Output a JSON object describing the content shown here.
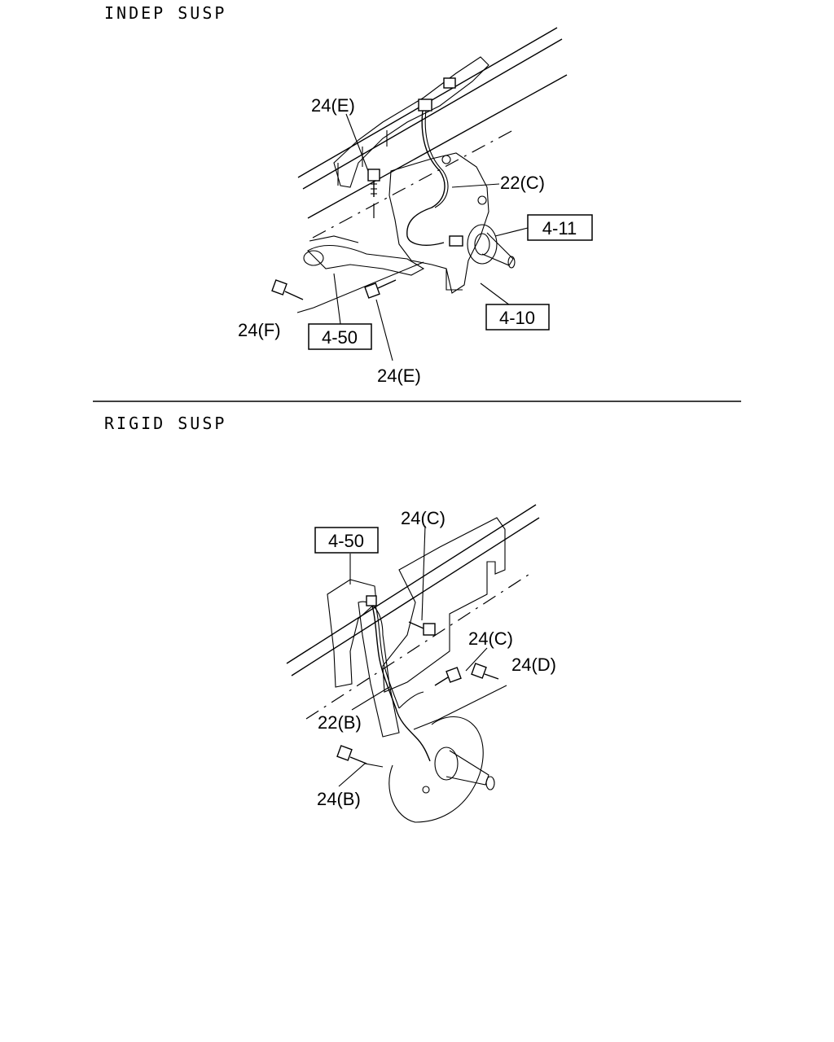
{
  "sections": {
    "indep": {
      "heading": "INDEP SUSP",
      "callouts": {
        "bolt_top": "24(E)",
        "harness": "22(C)",
        "ref_4_11": "4-11",
        "ref_4_10": "4-10",
        "ref_4_50": "4-50",
        "bolt_left": "24(F)",
        "bolt_bottom": "24(E)"
      }
    },
    "rigid": {
      "heading": "RIGID SUSP",
      "callouts": {
        "ref_4_50": "4-50",
        "bolt_top": "24(C)",
        "bolt_mid": "24(C)",
        "bolt_right": "24(D)",
        "harness": "22(B)",
        "bolt_bottom": "24(B)"
      }
    }
  }
}
